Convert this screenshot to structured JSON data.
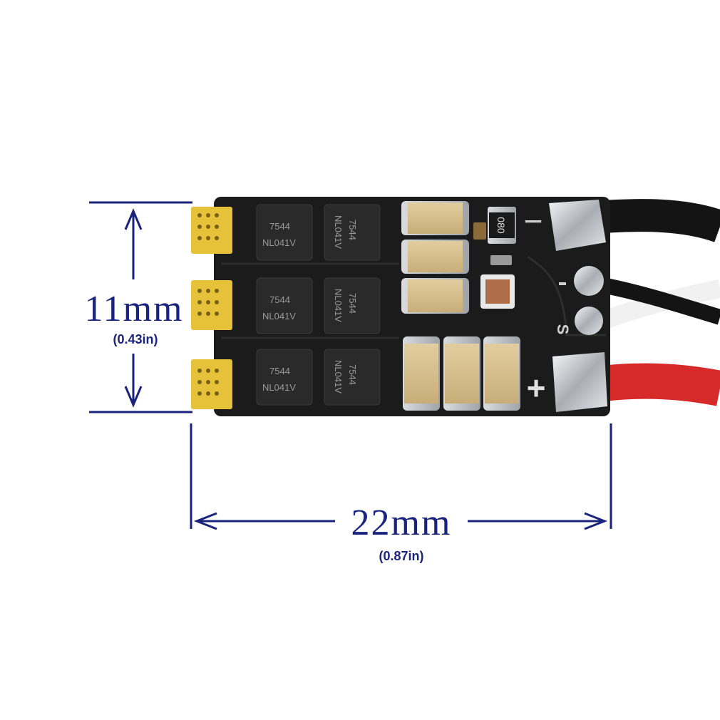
{
  "dimensions": {
    "height": {
      "label": "11mm",
      "sub": "(0.43in)"
    },
    "width": {
      "label": "22mm",
      "sub": "(0.87in)"
    }
  },
  "board": {
    "mosfet_code_a": "7544",
    "mosfet_code_b": "NL041V",
    "resistor_code": "080",
    "pad_minus": "−",
    "pad_plus": "+",
    "pad_signal": "S"
  },
  "colors": {
    "dimension_line": "#1a237e",
    "pcb": "#1b1b1b",
    "gold_pad": "#e6c23a",
    "capacitor": "#d2b98a",
    "wire_black": "#141414",
    "wire_red": "#d62a2a",
    "wire_white": "#f1f1f1",
    "solder": "#c9ccd0"
  }
}
